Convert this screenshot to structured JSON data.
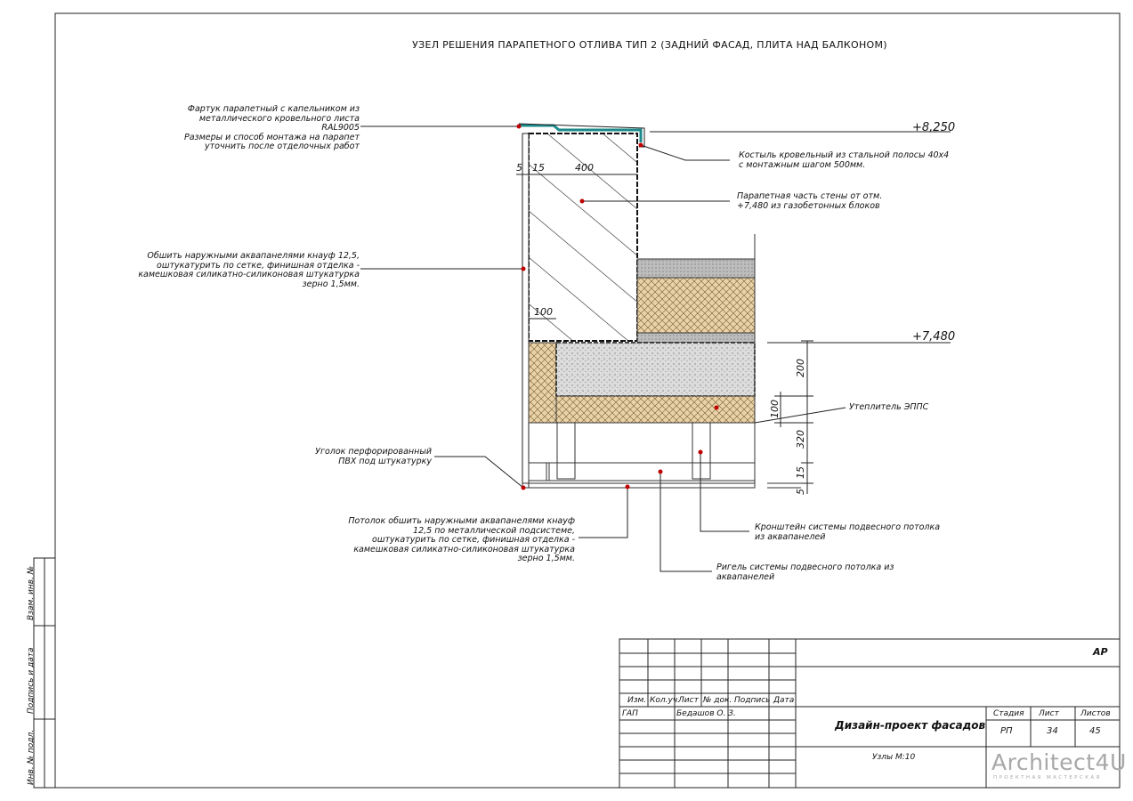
{
  "title": "УЗЕЛ РЕШЕНИЯ ПАРАПЕТНОГО ОТЛИВА ТИП 2 (ЗАДНИЙ ФАСАД, ПЛИТА НАД БАЛКОНОМ)",
  "levels": {
    "top": "+8,250",
    "slab": "+7,480"
  },
  "dimensions": {
    "d5": "5",
    "d15": "15",
    "d400": "400",
    "d100": "100",
    "v200": "200",
    "v100": "100",
    "v320": "320",
    "v15": "15",
    "v5": "5"
  },
  "notes": {
    "flashing": "Фартук парапетный с капельником из\nметаллического кровельного листа\nRAL9005\nРазмеры и способ монтажа на парапет\nуточнить после отделочных работ",
    "cladding": "Обшить наружными аквапанелями кнауф 12,5,\nоштукатурить по сетке, финишная отделка -\nкамешковая силикатно-силиконовая штукатурка\nзерно 1,5мм.",
    "corner": "Уголок перфорированный\nПВХ под штукатурку",
    "ceiling": "Потолок обшить наружными аквапанелями кнауф\n12,5 по металлической подсистеме,\nоштукатурить по сетке, финишная отделка -\nкамешковая силикатно-силиконовая штукатурка\nзерно 1,5мм.",
    "bracket_roof": "Костыль кровельный из стальной полосы 40х4\nс монтажным шагом 500мм.",
    "parapet_wall": "Парапетная часть стены от отм.\n+7,480 из газобетонных блоков",
    "insulation": "Утеплитель ЭППС",
    "hanger": "Кронштейн системы подвесного потолка\nиз аквапанелей",
    "runner": "Ригель системы подвесного потолка из\nаквапанелей"
  },
  "side_stamp": {
    "a": "Взам. инв. №",
    "b": "Подпись и дата",
    "c": "Инв. № подл."
  },
  "title_block": {
    "headers": [
      "Изм.",
      "Кол.уч.",
      "Лист",
      "№ док.",
      "Подпись",
      "Дата"
    ],
    "role": "ГАП",
    "person": "Бедашов О. З.",
    "code": "АР",
    "project": "Дизайн-проект фасадов",
    "sheet_name": "Узлы М:10",
    "stage_label": "Стадия",
    "sheet_label": "Лист",
    "sheets_label": "Листов",
    "stage": "РП",
    "sheet": "34",
    "sheets": "45",
    "logo": "Architect4U",
    "logo_sub": "ПРОЕКТНАЯ МАСТЕРСКАЯ"
  },
  "colors": {
    "flashing": "#1a8a8a",
    "leader_dot": "#c00000",
    "insulation": "#e8d2a8",
    "concrete": "#d8d8d8"
  }
}
